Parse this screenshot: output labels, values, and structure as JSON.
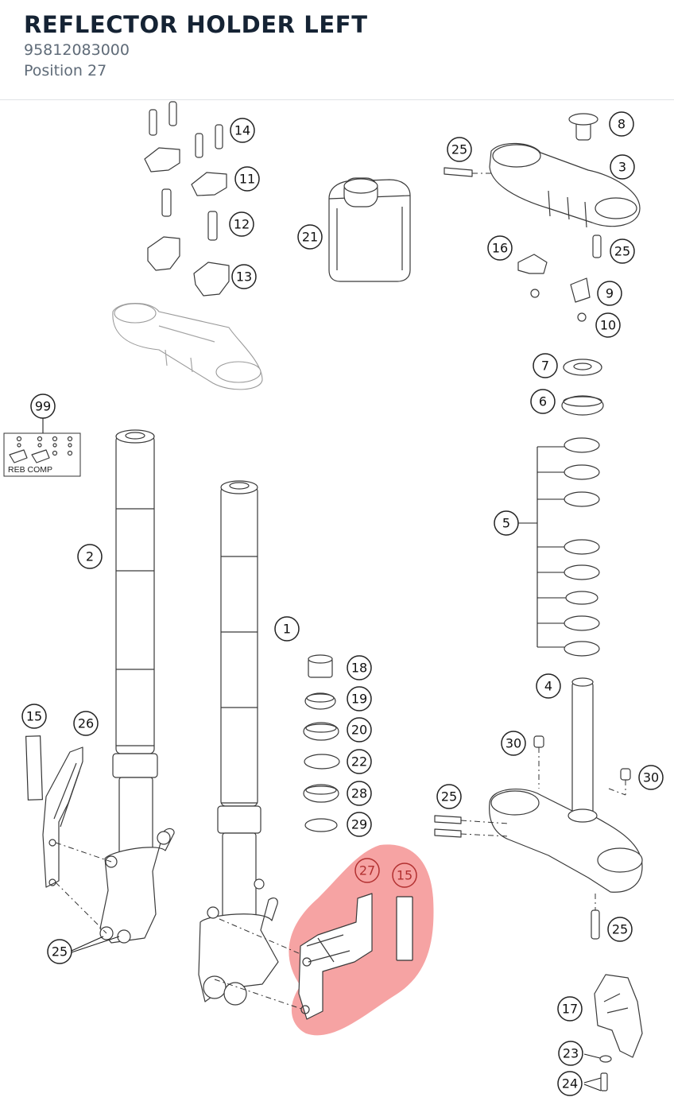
{
  "header": {
    "title": "REFLECTOR HOLDER LEFT",
    "part_number": "95812083000",
    "position": "Position 27"
  },
  "callouts": [
    {
      "id": "c14",
      "label": "14",
      "highlighted": false
    },
    {
      "id": "c11",
      "label": "11",
      "highlighted": false
    },
    {
      "id": "c12",
      "label": "12",
      "highlighted": false
    },
    {
      "id": "c13",
      "label": "13",
      "highlighted": false
    },
    {
      "id": "c21",
      "label": "21",
      "highlighted": false
    },
    {
      "id": "c25a",
      "label": "25",
      "highlighted": false
    },
    {
      "id": "c8",
      "label": "8",
      "highlighted": false
    },
    {
      "id": "c3",
      "label": "3",
      "highlighted": false
    },
    {
      "id": "c25b",
      "label": "25",
      "highlighted": false
    },
    {
      "id": "c16",
      "label": "16",
      "highlighted": false
    },
    {
      "id": "c9",
      "label": "9",
      "highlighted": false
    },
    {
      "id": "c10",
      "label": "10",
      "highlighted": false
    },
    {
      "id": "c7",
      "label": "7",
      "highlighted": false
    },
    {
      "id": "c6",
      "label": "6",
      "highlighted": false
    },
    {
      "id": "c99",
      "label": "99",
      "highlighted": false
    },
    {
      "id": "c5",
      "label": "5",
      "highlighted": false
    },
    {
      "id": "c2",
      "label": "2",
      "highlighted": false
    },
    {
      "id": "c1",
      "label": "1",
      "highlighted": false
    },
    {
      "id": "c18",
      "label": "18",
      "highlighted": false
    },
    {
      "id": "c19",
      "label": "19",
      "highlighted": false
    },
    {
      "id": "c20",
      "label": "20",
      "highlighted": false
    },
    {
      "id": "c22",
      "label": "22",
      "highlighted": false
    },
    {
      "id": "c28",
      "label": "28",
      "highlighted": false
    },
    {
      "id": "c29",
      "label": "29",
      "highlighted": false
    },
    {
      "id": "c15a",
      "label": "15",
      "highlighted": false
    },
    {
      "id": "c26",
      "label": "26",
      "highlighted": false
    },
    {
      "id": "c4",
      "label": "4",
      "highlighted": false
    },
    {
      "id": "c30a",
      "label": "30",
      "highlighted": false
    },
    {
      "id": "c30b",
      "label": "30",
      "highlighted": false
    },
    {
      "id": "c25c",
      "label": "25",
      "highlighted": false
    },
    {
      "id": "c27",
      "label": "27",
      "highlighted": true
    },
    {
      "id": "c15b",
      "label": "15",
      "highlighted": true
    },
    {
      "id": "c25d",
      "label": "25",
      "highlighted": false
    },
    {
      "id": "c25e",
      "label": "25",
      "highlighted": false
    },
    {
      "id": "c17",
      "label": "17",
      "highlighted": false
    },
    {
      "id": "c23",
      "label": "23",
      "highlighted": false
    },
    {
      "id": "c24",
      "label": "24",
      "highlighted": false
    }
  ],
  "inset_label": "REB COMP",
  "colors": {
    "highlight": "#f06666",
    "title": "#152334",
    "subtitle": "#5f6b78"
  }
}
